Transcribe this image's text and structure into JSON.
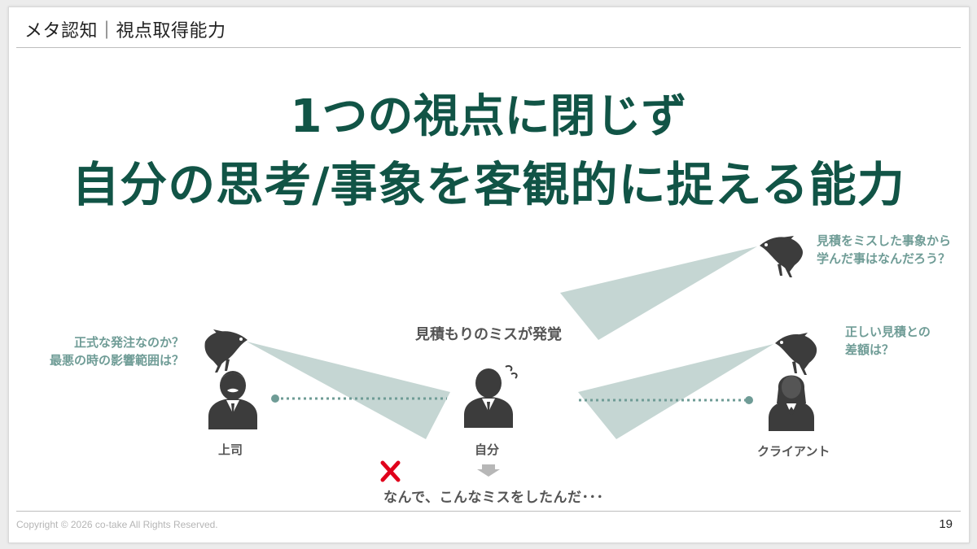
{
  "header": {
    "title": "メタ認知｜視点取得能力"
  },
  "headline": {
    "line1": "1つの視点に閉じず",
    "line2": "自分の思考/事象を客観的に捉える能力"
  },
  "diagram": {
    "event_label": "見積もりのミスが発覚",
    "persons": {
      "boss": "上司",
      "self": "自分",
      "client": "クライアント"
    },
    "perspectives": {
      "boss": [
        "正式な発注なのか？",
        "最悪の時の影響範囲は？"
      ],
      "client": [
        "正しい見積との",
        "差額は？"
      ],
      "meta": [
        "見積をミスした事象から",
        "学んだ事はなんだろう？"
      ]
    },
    "conclusion": "なんで、こんなミスをしたんだ･･･",
    "colors": {
      "accent": "#115446",
      "question_text": "#6f9c96",
      "beam": "#c5d6d3",
      "icon": "#3c3c3c",
      "cross": "#e0001b"
    }
  },
  "footer": {
    "copyright": "Copyright © 2026 co-take All Rights Reserved.",
    "page_number": "19"
  }
}
